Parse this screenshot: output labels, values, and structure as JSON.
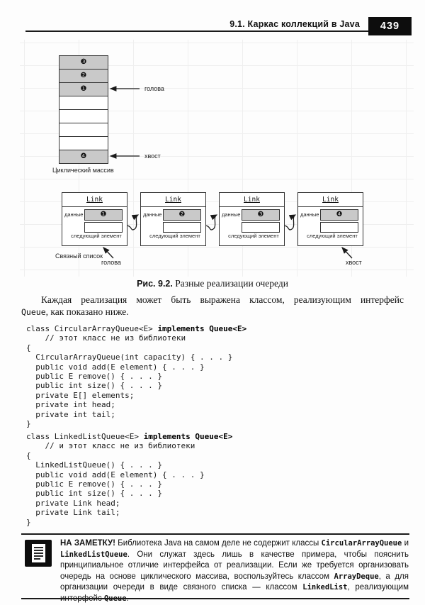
{
  "header": {
    "title": "9.1. Каркас коллекций в Java",
    "page_number": "439"
  },
  "colors": {
    "page_number_box": "#0d0d0d",
    "cell_fill": "#c9c9c9",
    "line_color": "#1a1a1a"
  },
  "figure": {
    "array": {
      "label": "Циклический массив",
      "head_label": "голова",
      "tail_label": "хвост",
      "cells": [
        "❸",
        "❷",
        "❶",
        "",
        "",
        "",
        "",
        "❹"
      ]
    },
    "linked_list": {
      "label": "Связный список",
      "head_label": "голова",
      "tail_label": "хвост",
      "node_title": "Link",
      "data_label": "данные",
      "next_label": "следующий элемент",
      "nodes": [
        "❶",
        "❷",
        "❸",
        "❹"
      ]
    }
  },
  "caption": {
    "prefix": "Рис. 9.2.",
    "text": "Разные реализации очереди"
  },
  "paragraph": {
    "line1": "Каждая реализация может быть выражена классом, реализующим интерфейс",
    "code": "Queue",
    "rest": ", как показано ниже."
  },
  "code_block_1": {
    "decl_plain": "class CircularArrayQueue<E> ",
    "decl_bold": "implements Queue<E>",
    "lines": [
      "    // этот класс не из библиотеки",
      "{",
      "  CircularArrayQueue(int capacity) { . . . }",
      "  public void add(E element) { . . . }",
      "  public E remove() { . . . }",
      "  public int size() { . . . }",
      "  private E[] elements;",
      "  private int head;",
      "  private int tail;",
      "}"
    ]
  },
  "code_block_2": {
    "decl_plain": "class LinkedListQueue<E> ",
    "decl_bold": "implements Queue<E>",
    "lines": [
      "    // и этот класс не из библиотеки",
      "{",
      "  LinkedListQueue() { . . . }",
      "  public void add(E element) { . . . }",
      "  public E remove() { . . . }",
      "  public int size() { . . . }",
      "  private Link head;",
      "  private Link tail;",
      "}"
    ]
  },
  "note": {
    "segments": [
      {
        "text": "НА ЗАМЕТКУ! "
      },
      {
        "text": "Библиотека Java на самом деле не содержит классы "
      },
      {
        "text": "CircularArrayQueue"
      },
      {
        "text": " и "
      },
      {
        "text": "LinkedListQueue"
      },
      {
        "text": ". Они служат здесь лишь в качестве примера, чтобы пояснить принципиальное отличие интерфейса от реализации. Если же требуется организовать очередь на основе циклического массива, воспользуйтесь классом "
      },
      {
        "text": "ArrayDeque"
      },
      {
        "text": ", а для организации очереди в виде связного списка — классом "
      },
      {
        "text": "LinkedList"
      },
      {
        "text": ", реализующим интерфейс "
      },
      {
        "text": "Queue"
      },
      {
        "text": "."
      }
    ]
  }
}
